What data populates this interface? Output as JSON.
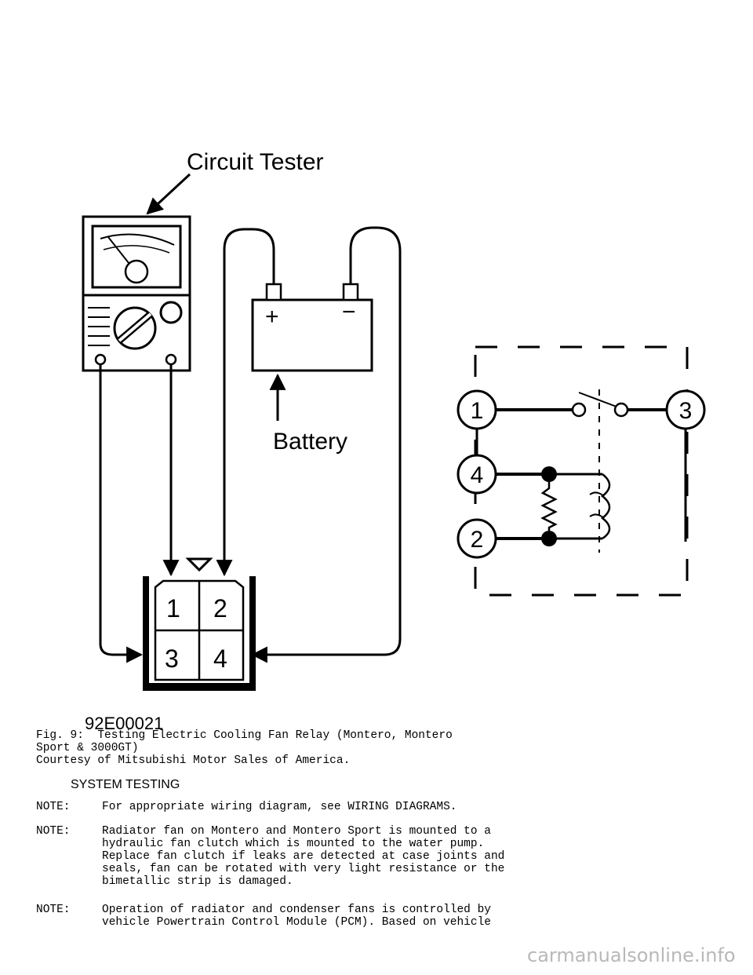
{
  "figure": {
    "label_tester": "Circuit Tester",
    "label_battery": "Battery",
    "battery_plus": "+",
    "battery_minus": "−",
    "connector_pins": [
      "1",
      "2",
      "3",
      "4"
    ],
    "relay_terminals": [
      "1",
      "4",
      "2",
      "3"
    ],
    "figure_code": "92E00021"
  },
  "caption": {
    "line1": "Fig. 9:  Testing Electric Cooling Fan Relay (Montero, Montero",
    "line2": "Sport & 3000GT)",
    "credit": "Courtesy of Mitsubishi Motor Sales of America."
  },
  "section_heading": "SYSTEM TESTING",
  "notes": [
    {
      "label": "NOTE:",
      "text": "For appropriate wiring diagram, see WIRING DIAGRAMS."
    },
    {
      "label": "NOTE:",
      "text": "Radiator fan on Montero and Montero Sport is mounted to a\nhydraulic fan clutch which is mounted to the water pump.\nReplace fan clutch if leaks are detected at case joints and\nseals, fan can be rotated with very light resistance or the\nbimetallic strip is damaged."
    },
    {
      "label": "NOTE:",
      "text": "Operation of radiator and condenser fans is controlled by\nvehicle Powertrain Control Module (PCM). Based on vehicle"
    }
  ],
  "watermark": "carmanualsonline.info"
}
